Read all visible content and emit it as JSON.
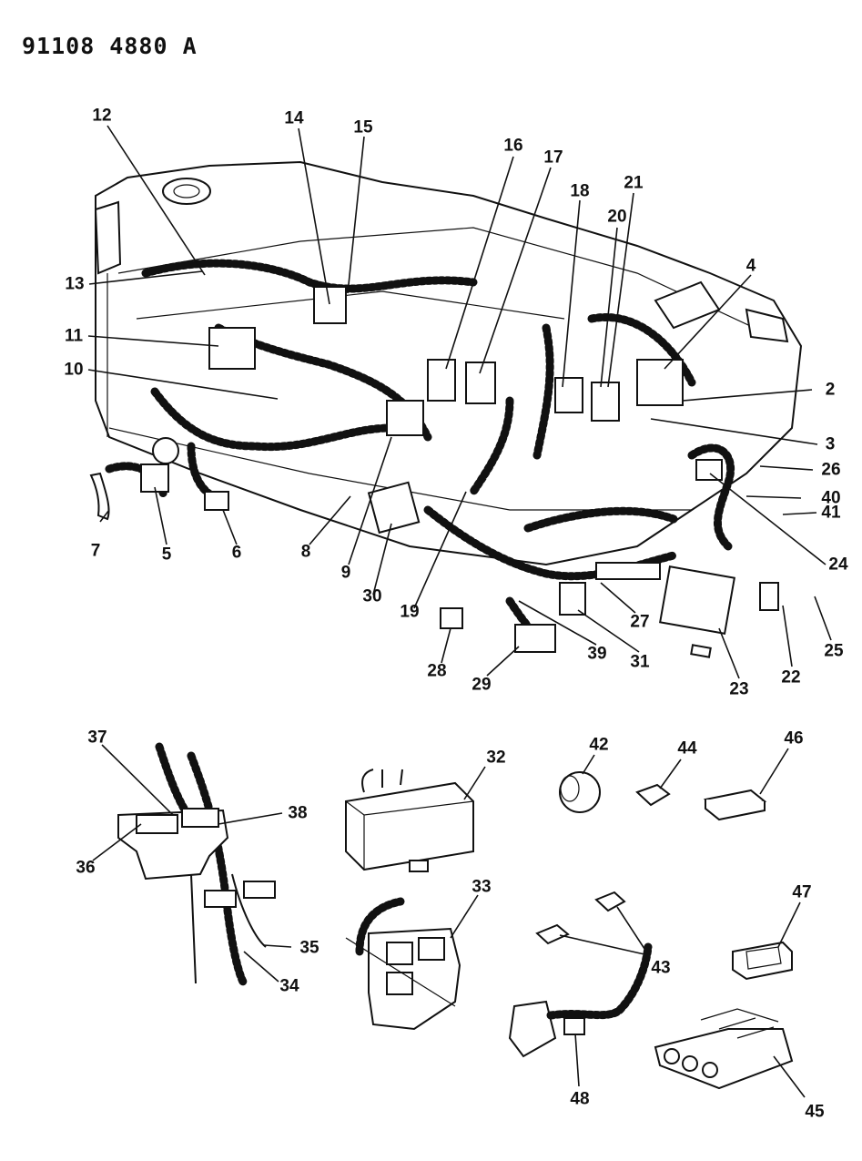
{
  "header": {
    "doc_id": "91108 4880 A"
  },
  "labels": [
    {
      "id": "1",
      "text": "12"
    },
    {
      "id": "2",
      "text": "13"
    },
    {
      "id": "3",
      "text": "14"
    },
    {
      "id": "4",
      "text": "15"
    },
    {
      "id": "5",
      "text": "16"
    },
    {
      "id": "6",
      "text": "17"
    },
    {
      "id": "7",
      "text": "18"
    },
    {
      "id": "8",
      "text": "21"
    },
    {
      "id": "9",
      "text": "20"
    },
    {
      "id": "10",
      "text": "4"
    },
    {
      "id": "11",
      "text": "11"
    },
    {
      "id": "12",
      "text": "10"
    },
    {
      "id": "13",
      "text": "2"
    },
    {
      "id": "14",
      "text": "3"
    },
    {
      "id": "15",
      "text": "26"
    },
    {
      "id": "16",
      "text": "40"
    },
    {
      "id": "17",
      "text": "41"
    },
    {
      "id": "18",
      "text": "24"
    },
    {
      "id": "19",
      "text": "7"
    },
    {
      "id": "20",
      "text": "5"
    },
    {
      "id": "21",
      "text": "6"
    },
    {
      "id": "22",
      "text": "8"
    },
    {
      "id": "23",
      "text": "9"
    },
    {
      "id": "24",
      "text": "30"
    },
    {
      "id": "25",
      "text": "19"
    },
    {
      "id": "26",
      "text": "27"
    },
    {
      "id": "27",
      "text": "31"
    },
    {
      "id": "28",
      "text": "39"
    },
    {
      "id": "29",
      "text": "28"
    },
    {
      "id": "30",
      "text": "29"
    },
    {
      "id": "31",
      "text": "23"
    },
    {
      "id": "32",
      "text": "22"
    },
    {
      "id": "33",
      "text": "25"
    },
    {
      "id": "34",
      "text": "37"
    },
    {
      "id": "35",
      "text": "38"
    },
    {
      "id": "36",
      "text": "36"
    },
    {
      "id": "37",
      "text": "32"
    },
    {
      "id": "38",
      "text": "42"
    },
    {
      "id": "39",
      "text": "44"
    },
    {
      "id": "40",
      "text": "46"
    },
    {
      "id": "41",
      "text": "33"
    },
    {
      "id": "42",
      "text": "47"
    },
    {
      "id": "43",
      "text": "35"
    },
    {
      "id": "44",
      "text": "34"
    },
    {
      "id": "45",
      "text": "43"
    },
    {
      "id": "46",
      "text": "48"
    },
    {
      "id": "47",
      "text": "45"
    }
  ]
}
